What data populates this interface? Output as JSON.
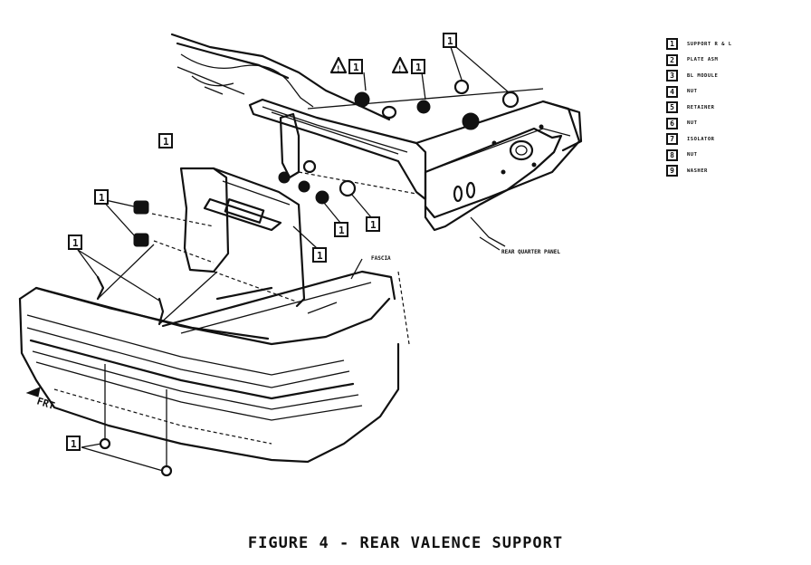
{
  "figure": {
    "caption": "FIGURE 4 - REAR VALENCE SUPPORT",
    "frt_label": "FRT"
  },
  "part_labels": {
    "quarter_panel": "REAR QUARTER PANEL",
    "fascia": "FASCIA"
  },
  "callouts": [
    "1",
    "1",
    "1",
    "1",
    "1",
    "1",
    "1",
    "1",
    "1",
    "1"
  ],
  "legend": {
    "items": [
      {
        "key": "1",
        "text": "SUPPORT R & L"
      },
      {
        "key": "2",
        "text": "PLATE ASM"
      },
      {
        "key": "3",
        "text": "BL MODULE"
      },
      {
        "key": "4",
        "text": "NUT"
      },
      {
        "key": "5",
        "text": "RETAINER"
      },
      {
        "key": "6",
        "text": "NUT"
      },
      {
        "key": "7",
        "text": "ISOLATOR"
      },
      {
        "key": "8",
        "text": "NUT"
      },
      {
        "key": "9",
        "text": "WASHER"
      }
    ]
  }
}
